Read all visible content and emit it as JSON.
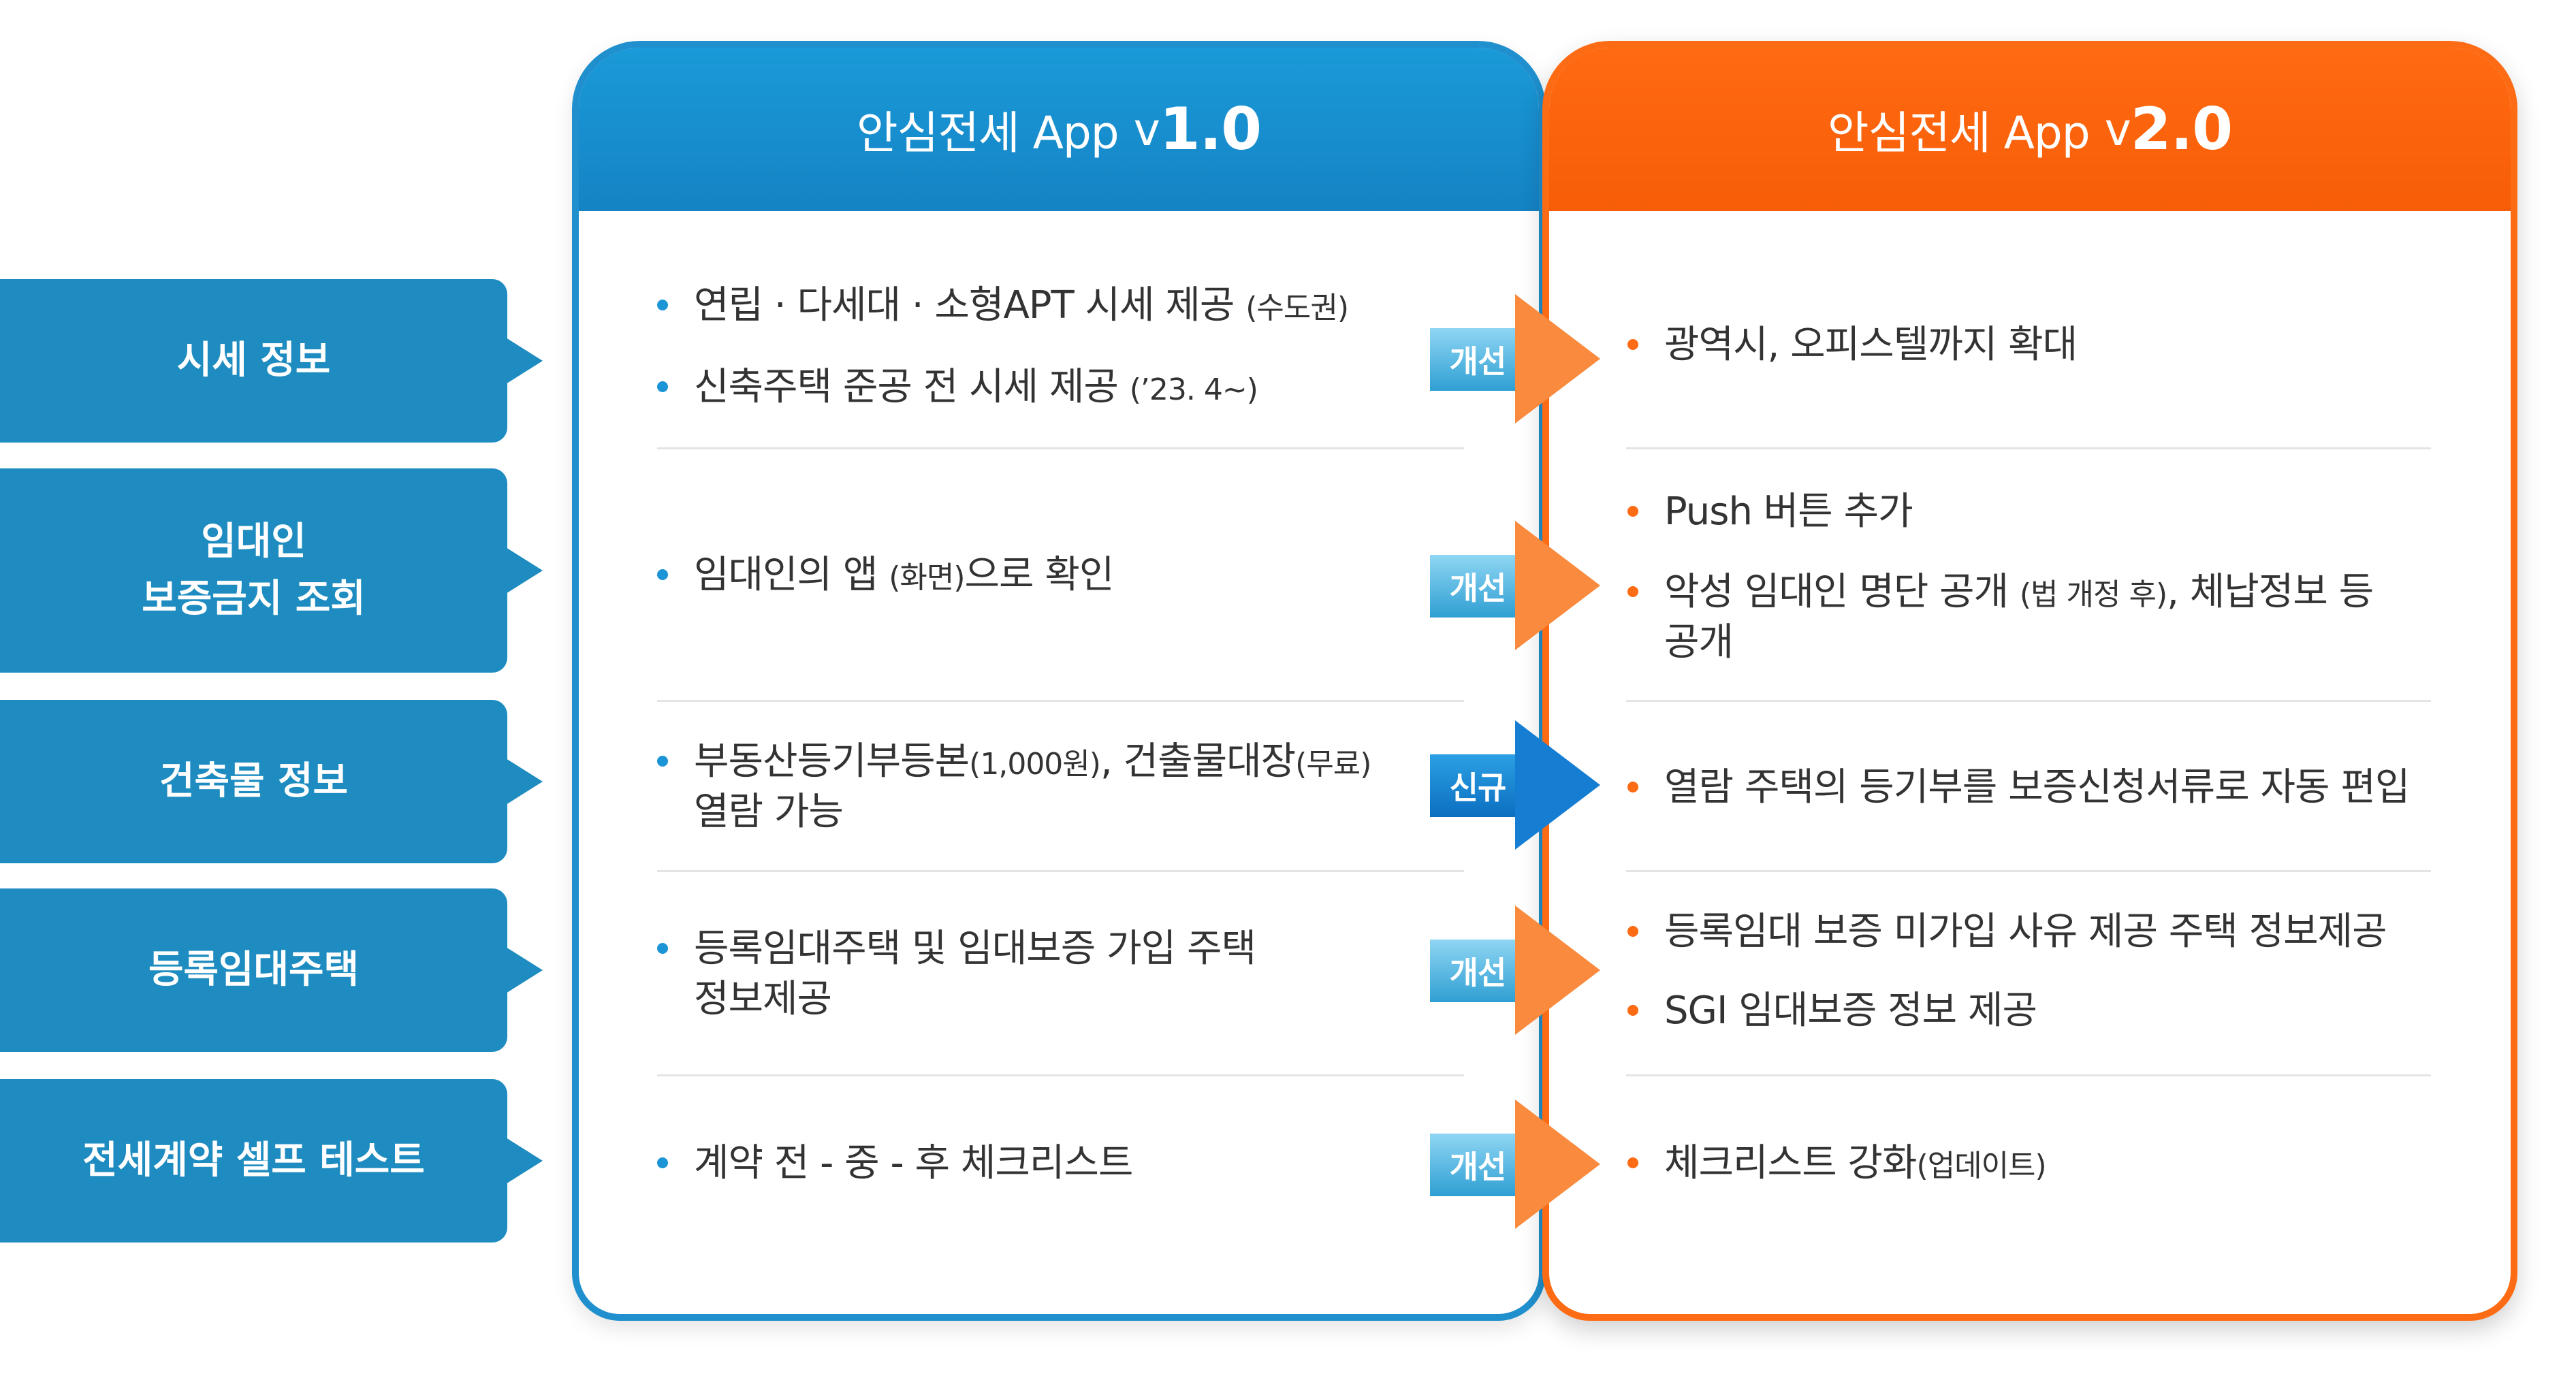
{
  "categories": [
    {
      "label": "시세 정보"
    },
    {
      "label": "임대인\n보증금지 조회"
    },
    {
      "label": "건축물 정보"
    },
    {
      "label": "등록임대주택"
    },
    {
      "label": "전세계약 셀프 테스트"
    }
  ],
  "v1": {
    "title_text": "안심전세 App",
    "title_v": "v",
    "title_num": "1.0",
    "rows": [
      {
        "items": [
          {
            "text": "연립 · 다세대 · 소형APT 시세 제공 ",
            "small": "(수도권)"
          },
          {
            "text": "신축주택 준공 전 시세 제공 ",
            "small": "(’23. 4~)"
          }
        ]
      },
      {
        "items": [
          {
            "text": "임대인의 앱 ",
            "small": "(화면)",
            "tail": "으로 확인"
          }
        ]
      },
      {
        "items": [
          {
            "text": "부동산등기부등본",
            "small": "(1,000원)",
            "tail": ", 건출물대장",
            "small2": "(무료)",
            "tail2": "\n열람 가능"
          }
        ]
      },
      {
        "items": [
          {
            "text": "등록임대주택 및 임대보증 가입 주택\n정보제공"
          }
        ]
      },
      {
        "items": [
          {
            "text": "계약 전 - 중 - 후 체크리스트"
          }
        ]
      }
    ]
  },
  "v2": {
    "title_text": "안심전세 App",
    "title_v": "v",
    "title_num": "2.0",
    "rows": [
      {
        "items": [
          {
            "text": "광역시, 오피스텔까지 확대"
          }
        ]
      },
      {
        "items": [
          {
            "text": "Push 버튼 추가"
          },
          {
            "text": "악성 임대인 명단 공개 ",
            "small": "(법 개정 후)",
            "tail": ", 체납정보 등\n공개"
          }
        ]
      },
      {
        "items": [
          {
            "text": "열람 주택의 등기부를 보증신청서류로 자동 편입"
          }
        ]
      },
      {
        "items": [
          {
            "text": "등록임대 보증 미가입 사유 제공 주택 정보제공"
          },
          {
            "text": "SGI 임대보증 정보 제공"
          }
        ]
      },
      {
        "items": [
          {
            "text": "체크리스트 강화",
            "small": "(업데이트)"
          }
        ]
      }
    ]
  },
  "arrows": [
    {
      "label": "개선",
      "type": "improve"
    },
    {
      "label": "개선",
      "type": "improve"
    },
    {
      "label": "신규",
      "type": "new"
    },
    {
      "label": "개선",
      "type": "improve"
    },
    {
      "label": "개선",
      "type": "improve"
    }
  ],
  "colors": {
    "category": "#1e8cc0",
    "v1_accent": "#1f8fcd",
    "v2_accent": "#fd6b14",
    "text": "#333333"
  }
}
